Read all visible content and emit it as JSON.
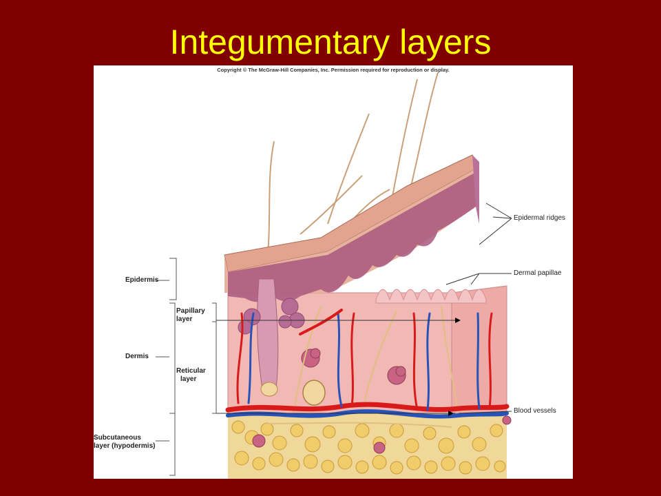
{
  "slide": {
    "title": "Integumentary layers"
  },
  "figure": {
    "copyright": "Copyright © The McGraw-Hill Companies, Inc. Permission required for reproduction or display.",
    "labels_left": {
      "epidermis": "Epidermis",
      "papillary_line1": "Papillary",
      "papillary_line2": "layer",
      "dermis": "Dermis",
      "reticular_line1": "Reticular",
      "reticular_line2": "layer",
      "subcutaneous_line1": "Subcutaneous",
      "subcutaneous_line2": "layer (hypodermis)"
    },
    "labels_right": {
      "epidermal_ridges": "Epidermal ridges",
      "dermal_papillae": "Dermal papillae",
      "blood_vessels": "Blood vessels"
    },
    "colors": {
      "background": "#800000",
      "title": "#ffff00",
      "dermis": "#f2b8b4",
      "epidermis": "#d99a86",
      "basal": "#a8587f",
      "fat": "#f0cc6a",
      "artery": "#d81a1a",
      "vein": "#2752b8"
    }
  }
}
